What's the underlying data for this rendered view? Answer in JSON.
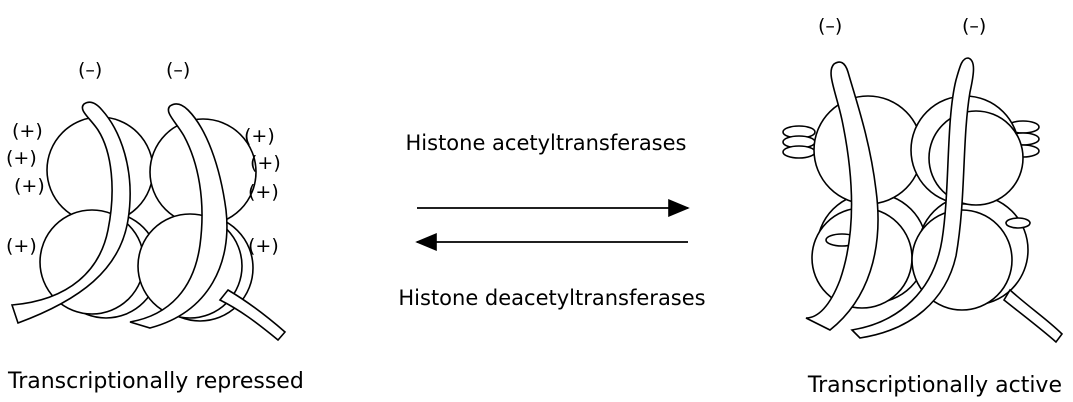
{
  "left_nucleosome": {
    "neg_charges": [
      "(–)",
      "(–)"
    ],
    "pos_charges_left": [
      "(+)",
      "(+)",
      "(+)",
      "(+)"
    ],
    "pos_charges_right": [
      "(+)",
      "(+)",
      "(+)",
      "(+)"
    ],
    "caption": "Transcriptionally repressed"
  },
  "right_nucleosome": {
    "neg_charges": [
      "(–)",
      "(–)"
    ],
    "caption": "Transcriptionally active"
  },
  "arrows": {
    "forward_label": "Histone acetyltransferases",
    "reverse_label": "Histone deacetyltransferases"
  }
}
